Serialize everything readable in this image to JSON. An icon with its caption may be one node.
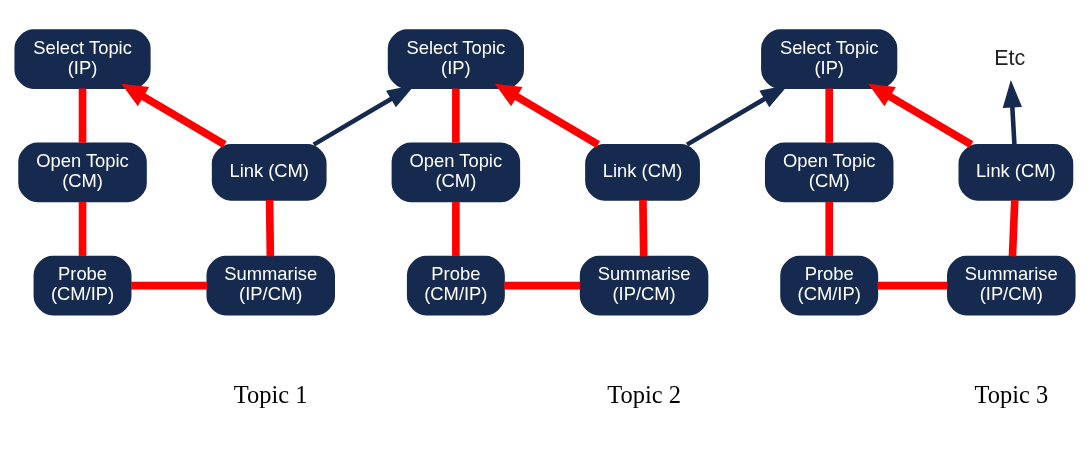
{
  "diagram": {
    "nodes": [
      {
        "text": [
          "Select Topic (IP)"
        ]
      },
      {
        "text": [
          "Link (CM)"
        ]
      },
      {
        "text": [
          "Open Topic (CM)"
        ]
      },
      {
        "text": [
          "Summarise (IP/CM)"
        ]
      },
      {
        "text": [
          "Probe (CM/IP)"
        ]
      },
      {
        "text": [
          "Select Topic (IP)"
        ]
      },
      {
        "text": [
          "Link (CM)"
        ]
      },
      {
        "text": [
          "Open Topic (CM)"
        ]
      },
      {
        "text": [
          "Summarise (IP/CM)"
        ]
      },
      {
        "text": [
          "Probe (CM/IP)"
        ]
      },
      {
        "text": [
          "Select Topic (IP)"
        ]
      },
      {
        "text": [
          "Link (CM)"
        ]
      },
      {
        "text": [
          "Open Topic (CM)"
        ]
      },
      {
        "text": [
          "Summarise (IP/CM)"
        ]
      },
      {
        "text": [
          "Probe (CM/IP)"
        ]
      },
      {
        "text": [
          "Etc"
        ]
      }
    ],
    "edges": [
      {
        "from": 0,
        "to": 2,
        "arrow": "none"
      },
      {
        "from": 2,
        "to": 4,
        "arrow": "none"
      },
      {
        "from": 4,
        "to": 3,
        "arrow": "none"
      },
      {
        "from": 3,
        "to": 1,
        "arrow": "none"
      },
      {
        "from": 1,
        "to": 0,
        "arrow": "to"
      },
      {
        "from": 5,
        "to": 7,
        "arrow": "none"
      },
      {
        "from": 7,
        "to": 9,
        "arrow": "none"
      },
      {
        "from": 9,
        "to": 8,
        "arrow": "none"
      },
      {
        "from": 8,
        "to": 6,
        "arrow": "none"
      },
      {
        "from": 6,
        "to": 5,
        "arrow": "to"
      },
      {
        "from": 10,
        "to": 12,
        "arrow": "none"
      },
      {
        "from": 12,
        "to": 14,
        "arrow": "none"
      },
      {
        "from": 14,
        "to": 13,
        "arrow": "none"
      },
      {
        "from": 13,
        "to": 11,
        "arrow": "none"
      },
      {
        "from": 11,
        "to": 10,
        "arrow": "to"
      },
      {
        "from": 1,
        "to": 5,
        "arrow": "to",
        "color": "#152a4e"
      },
      {
        "from": 6,
        "to": 10,
        "arrow": "to",
        "color": "#152a4e"
      },
      {
        "from": 11,
        "to": 15,
        "arrow": "to",
        "color": "#152a4e"
      }
    ],
    "labels": [
      "Topic 1",
      "Topic 2",
      "Topic 3"
    ]
  }
}
